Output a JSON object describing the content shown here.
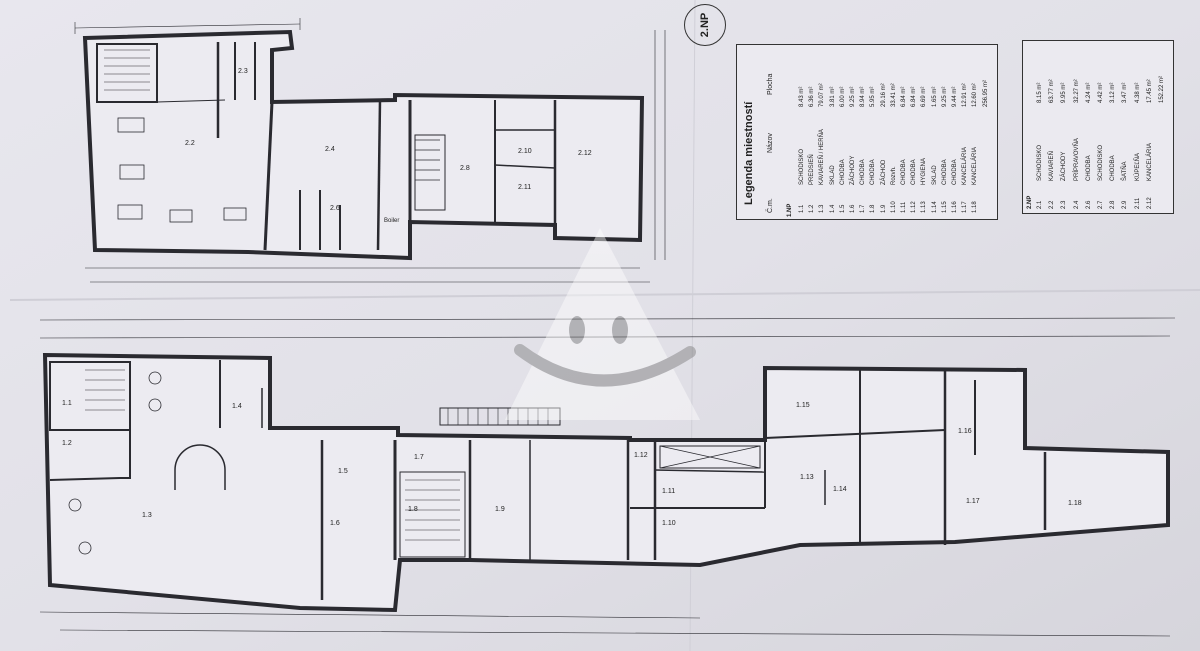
{
  "floor_badge": "2.NP",
  "legend": {
    "title": "Legenda miestností",
    "headers": {
      "num": "Č.m.",
      "name": "Názov",
      "area": "Plocha"
    },
    "floor1_label": "1.NP",
    "floor1_rooms": [
      {
        "num": "1.1",
        "name": "SCHODISKO",
        "area": "8.43 m²"
      },
      {
        "num": "1.2",
        "name": "PREDSIEŇ",
        "area": "6.36 m²"
      },
      {
        "num": "1.3",
        "name": "KAVIAREŇ / HERŇA",
        "area": "79.07 m²"
      },
      {
        "num": "1.4",
        "name": "SKLAD",
        "area": "3.81 m²"
      },
      {
        "num": "1.5",
        "name": "CHODBA",
        "area": "6.00 m²"
      },
      {
        "num": "1.6",
        "name": "ZÁCHODY",
        "area": "9.25 m²"
      },
      {
        "num": "1.7",
        "name": "CHODBA",
        "area": "8.94 m²"
      },
      {
        "num": "1.8",
        "name": "CHODBA",
        "area": "5.95 m²"
      },
      {
        "num": "1.9",
        "name": "ZÁCHOD",
        "area": "29.16 m²"
      },
      {
        "num": "1.10",
        "name": "Rozvh.",
        "area": "33.41 m²"
      },
      {
        "num": "1.11",
        "name": "CHODBA",
        "area": "6.84 m²"
      },
      {
        "num": "1.12",
        "name": "CHODBA",
        "area": "6.84 m²"
      },
      {
        "num": "1.13",
        "name": "HYGIENA",
        "area": "6.69 m²"
      },
      {
        "num": "1.14",
        "name": "SKLAD",
        "area": "1.65 m²"
      },
      {
        "num": "1.15",
        "name": "CHODBA",
        "area": "9.25 m²"
      },
      {
        "num": "1.16",
        "name": "CHODBA",
        "area": "9.44 m²"
      },
      {
        "num": "1.17",
        "name": "KANCELÁRIA",
        "area": "12.91 m²"
      },
      {
        "num": "1.18",
        "name": "KANCELÁRIA",
        "area": "12.60 m²"
      },
      {
        "num": "",
        "name": "",
        "area": "256.95 m²"
      }
    ],
    "floor2_label": "2.NP",
    "floor2_rooms": [
      {
        "num": "2.1",
        "name": "SCHODISKO",
        "area": "8.15 m²"
      },
      {
        "num": "2.2",
        "name": "KAVIAREŇ",
        "area": "63.77 m²"
      },
      {
        "num": "2.3",
        "name": "ZÁCHODY",
        "area": "9.95 m²"
      },
      {
        "num": "2.4",
        "name": "PRÍPRAVOVŇA",
        "area": "32.27 m²"
      },
      {
        "num": "2.6",
        "name": "CHODBA",
        "area": "4.24 m²"
      },
      {
        "num": "2.7",
        "name": "SCHODISKO",
        "area": "4.42 m²"
      },
      {
        "num": "2.8",
        "name": "CHODBA",
        "area": "3.12 m²"
      },
      {
        "num": "2.9",
        "name": "ŠATŇA",
        "area": "3.47 m²"
      },
      {
        "num": "2.11",
        "name": "KÚPEĽŇA",
        "area": "4.38 m²"
      },
      {
        "num": "2.12",
        "name": "KANCELÁRIA",
        "area": "17.45 m²"
      },
      {
        "num": "",
        "name": "",
        "area": "152.22 m²"
      }
    ]
  },
  "upper_plan_rooms": [
    "2.2",
    "2.3",
    "2.4",
    "2.6",
    "2.8",
    "2.10",
    "2.11",
    "2.12"
  ],
  "lower_plan_rooms": [
    "1.1",
    "1.2",
    "1.3",
    "1.4",
    "1.5",
    "1.6",
    "1.7",
    "1.8",
    "1.9",
    "1.10",
    "1.11",
    "1.12",
    "1.13",
    "1.14",
    "1.15",
    "1.16",
    "1.17",
    "1.18"
  ],
  "labels": {
    "boiler": "Boiler"
  },
  "colors": {
    "paper": "#e6e5ec",
    "line": "#2a2a30",
    "watermark": "#8a8a8a"
  }
}
